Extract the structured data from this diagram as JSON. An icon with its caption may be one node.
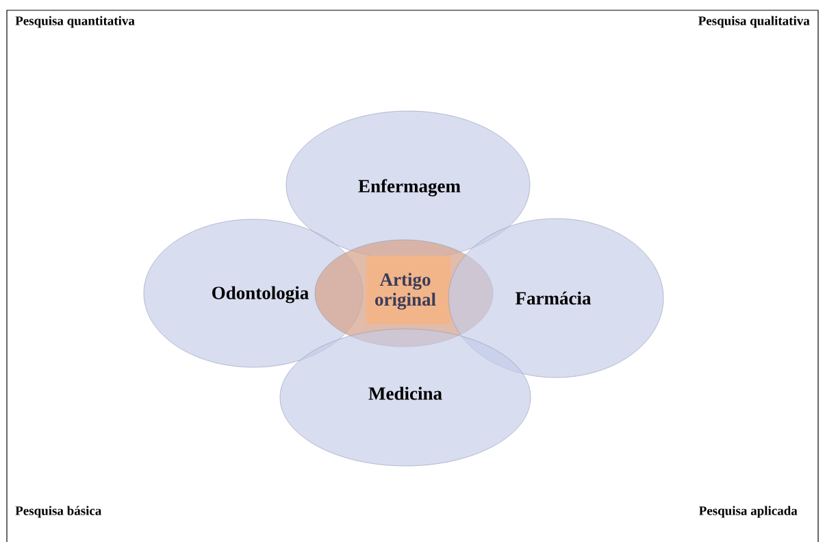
{
  "diagram": {
    "nodes": [
      {
        "text": [
          "Enfermagem"
        ]
      },
      {
        "text": [
          "Odontologia"
        ]
      },
      {
        "text": [
          "Artigo original"
        ]
      },
      {
        "text": [
          "Farmácia"
        ]
      },
      {
        "text": [
          "Medicina"
        ]
      }
    ],
    "labels": [
      "Pesquisa quantitativa",
      "Pesquisa qualitativa",
      "Pesquisa básica",
      "Pesquisa aplicada"
    ]
  }
}
